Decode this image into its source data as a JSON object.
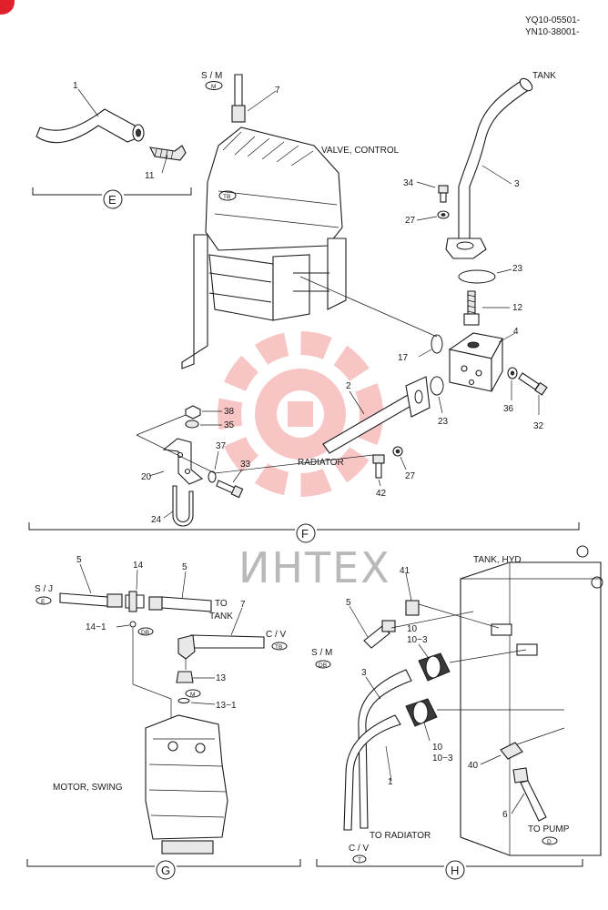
{
  "header": {
    "serial_line_1": "YQ10-05501-",
    "serial_line_2": "YN10-38001-"
  },
  "watermark": {
    "text": "ИНТЕХ",
    "color": "#f08080"
  },
  "sections": {
    "e": "E",
    "f": "F",
    "g": "G",
    "h": "H"
  },
  "labels": {
    "sm": "S / M",
    "sm_port": "M",
    "valve_control": "VALVE, CONTROL",
    "valve_port": "TB",
    "tank": "TANK",
    "radiator": "RADIATOR",
    "sj": "S / J",
    "sj_port": "E",
    "to_tank_1": "TO",
    "to_tank_2": "TANK",
    "cv": "C / V",
    "cv_port": "TB",
    "port_db": "DB",
    "port_m": "M",
    "motor_swing": "MOTOR, SWING",
    "tank_hyd": "TANK, HYD",
    "sm_h": "S / M",
    "sm_h_port": "DB",
    "to_radiator": "TO RADIATOR",
    "cv_h": "C / V",
    "cv_h_port": "T",
    "to_pump": "TO PUMP",
    "to_pump_port": "D"
  },
  "callouts": {
    "e1": "1",
    "e11": "11",
    "f7": "7",
    "f3": "3",
    "f34": "34",
    "f27a": "27",
    "f23a": "23",
    "f12": "12",
    "f4": "4",
    "f17": "17",
    "f23b": "23",
    "f36": "36",
    "f32": "32",
    "f2": "2",
    "f38": "38",
    "f35": "35",
    "f37": "37",
    "f33": "33",
    "f20": "20",
    "f24": "24",
    "f42": "42",
    "f27b": "27",
    "g5a": "5",
    "g14": "14",
    "g5b": "5",
    "g7": "7",
    "g14_1": "14−1",
    "g13": "13",
    "g13_1": "13−1",
    "h41": "41",
    "h5": "5",
    "h10a": "10",
    "h10_3a": "10−3",
    "h3": "3",
    "h10b": "10",
    "h10_3b": "10−3",
    "h1": "1",
    "h40": "40",
    "h6": "6"
  }
}
